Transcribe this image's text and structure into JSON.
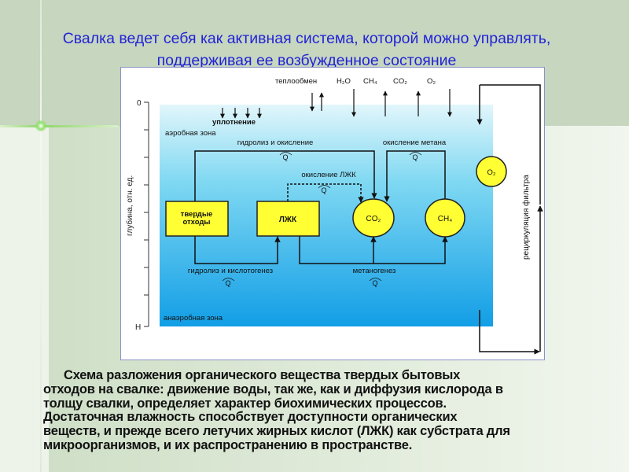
{
  "title": {
    "line1": "Свалка ведет себя как активная система, которой можно управлять,",
    "line2": "поддерживая ее возбужденное состояние"
  },
  "diagram": {
    "top_labels": {
      "heat": "теплообмен",
      "h2o": "H₂O",
      "ch4": "CH₄",
      "co2": "CO₂",
      "o2": "O₂"
    },
    "axis": {
      "label": "глубина, отн. ед.",
      "top": "0",
      "bottom": "H"
    },
    "compaction": "уплотнение",
    "aerobic_zone": "аэробная зона",
    "anaerobic_zone": "анаэробная зона",
    "process_hydrolysis_oxidation": "гидролиз и окисление",
    "process_methane_oxidation": "окисление метана",
    "process_vfa_oxidation": "окисление ЛЖК",
    "process_hydrolysis_acidogenesis": "гидролиз и кислотогенез",
    "process_methanogenesis": "метаногенез",
    "heat_symbol": "Q",
    "box_solid_waste": [
      "твердые",
      "отходы"
    ],
    "box_vfa": "ЛЖК",
    "circle_co2": "CO₂",
    "circle_ch4": "CH₄",
    "circle_o2": "O₂",
    "recirculation": "рециркуляция фильтра",
    "colors": {
      "box": "#ffff33",
      "zone_top": "#e2f6fb",
      "zone_bottom": "#129ee6"
    }
  },
  "caption": [
    "Схема разложения органического вещества твердых бытовых",
    "отходов на свалке: движение воды, так же, как и диффузия кислорода в",
    "толщу свалки, определяет характер биохимических процессов.",
    "Достаточная влажность способствует доступности органических",
    "веществ, и прежде всего летучих жирных кислот (ЛЖК) как субстрата для",
    "микроорганизмов, и их распространению в пространстве."
  ]
}
